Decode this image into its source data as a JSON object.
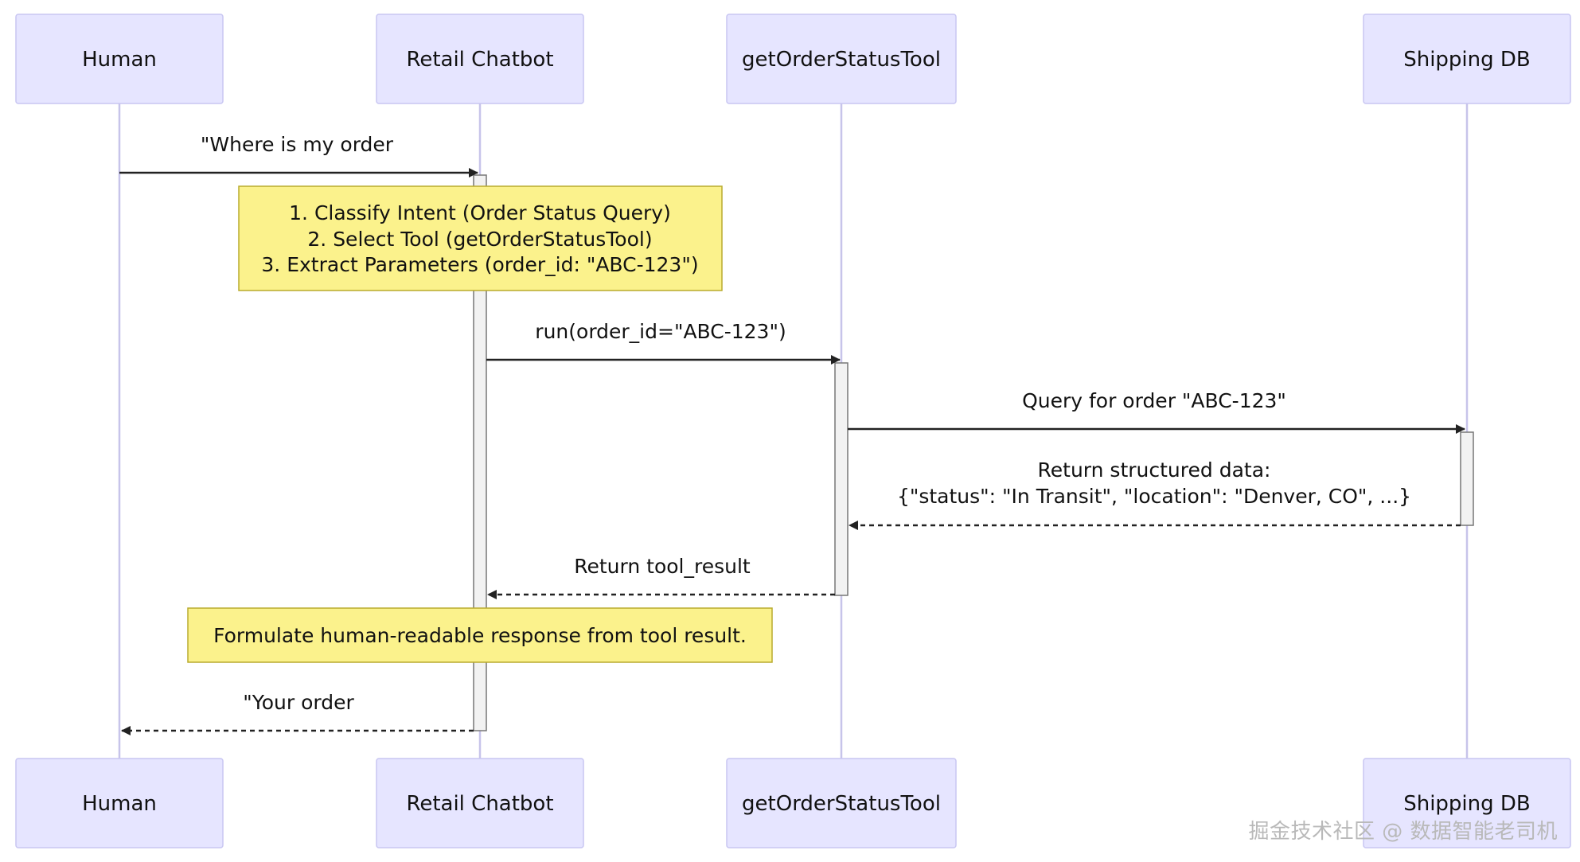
{
  "actors": [
    {
      "name": "Human"
    },
    {
      "name": "Retail Chatbot"
    },
    {
      "name": "getOrderStatusTool"
    },
    {
      "name": "Shipping DB"
    }
  ],
  "messages": [
    {
      "from": 0,
      "to": 1,
      "text": [
        "\"Where is my order"
      ],
      "style": "solid"
    },
    {
      "from": 1,
      "to": 2,
      "text": [
        "run(order_id=\"ABC-123\")"
      ],
      "style": "solid"
    },
    {
      "from": 2,
      "to": 3,
      "text": [
        "Query for order \"ABC-123\""
      ],
      "style": "solid"
    },
    {
      "from": 3,
      "to": 2,
      "text": [
        "Return structured data:",
        "{\"status\": \"In Transit\", \"location\": \"Denver, CO\", ...}"
      ],
      "style": "dashed"
    },
    {
      "from": 2,
      "to": 1,
      "text": [
        "Return tool_result"
      ],
      "style": "dashed"
    },
    {
      "from": 1,
      "to": 0,
      "text": [
        "\"Your order"
      ],
      "style": "dashed"
    }
  ],
  "notes": [
    {
      "over": 1,
      "lines": [
        "1. Classify Intent (Order Status Query)",
        "2. Select Tool (getOrderStatusTool)",
        "3. Extract Parameters (order_id: \"ABC-123\")"
      ]
    },
    {
      "over": 1,
      "lines": [
        "Formulate human-readable response from tool result."
      ]
    }
  ],
  "watermark": "掘金技术社区 @ 数据智能老司机",
  "colors": {
    "actor_fill": "#e6e5ff",
    "note_fill": "#fbf28c",
    "lifeline": "#c7c4ea"
  }
}
